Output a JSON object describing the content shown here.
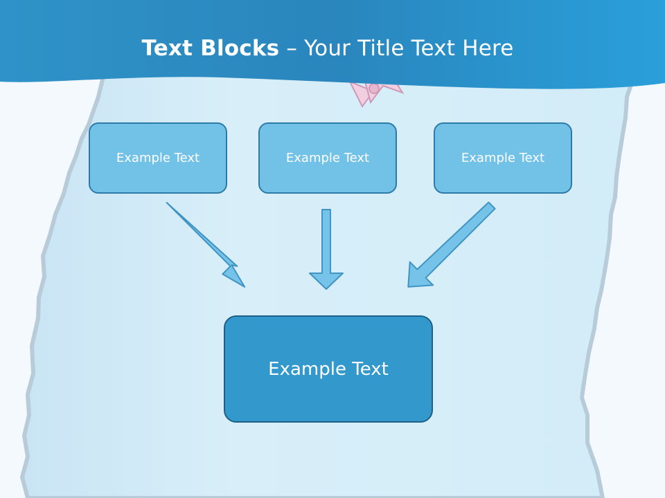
{
  "slide": {
    "title_bold": "Text Blocks",
    "title_dash": " – ",
    "title_rest": "Your Title Text Here"
  },
  "diagram": {
    "top_blocks": [
      {
        "label": "Example Text"
      },
      {
        "label": "Example Text"
      },
      {
        "label": "Example Text"
      }
    ],
    "bottom_block": {
      "label": "Example Text"
    }
  },
  "colors": {
    "header": "#2b9ad6",
    "scroll_paper": "#d5edf8",
    "block_small": "#72c2e8",
    "block_large": "#3399cc",
    "arrow_fill": "#75c3e8",
    "arrow_stroke": "#3f94c2"
  }
}
